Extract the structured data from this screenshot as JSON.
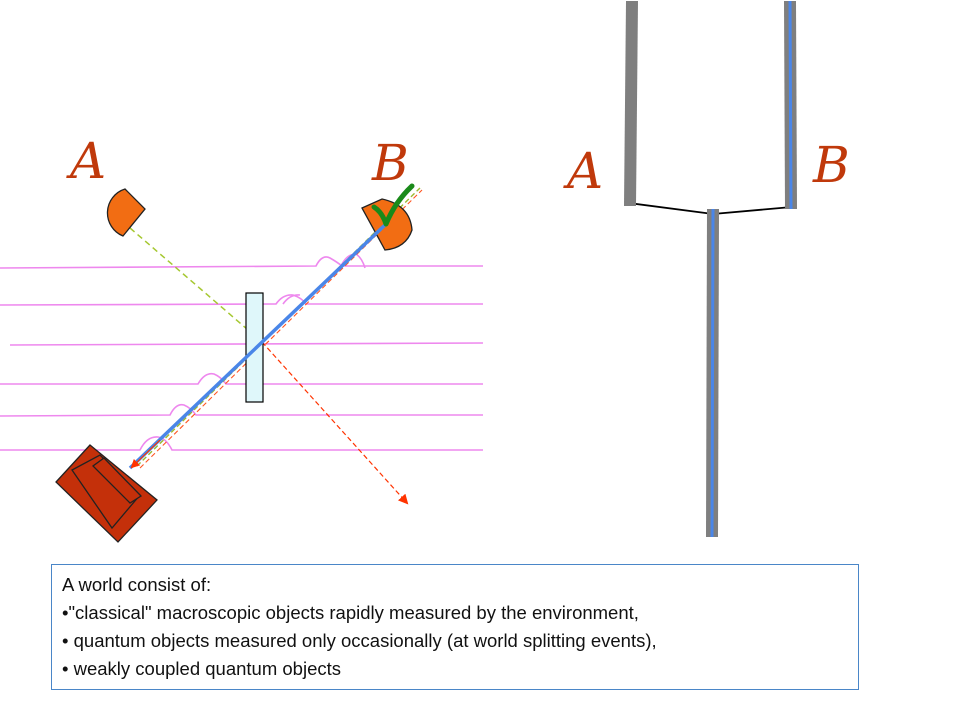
{
  "labels": {
    "left_detector_a": "A",
    "left_detector_b": "B",
    "right_branch_a": "A",
    "right_branch_b": "B"
  },
  "caption": {
    "heading": "A world consist of:",
    "bullets": [
      "•\"classical\" macroscopic objects rapidly measured by the environment,",
      "• quantum objects measured only occasionally (at world splitting events),",
      "• weakly coupled quantum objects"
    ]
  },
  "colors": {
    "detector": "#f26d13",
    "source": "#c4300a",
    "environment_lines": "#ee88ee",
    "photon_beam": "#4a86e8",
    "beam_splitter": "#dff7fa",
    "world_line": "#7f7f7f",
    "check_mark": "#1a8a1a",
    "letters": "#c0390b"
  }
}
